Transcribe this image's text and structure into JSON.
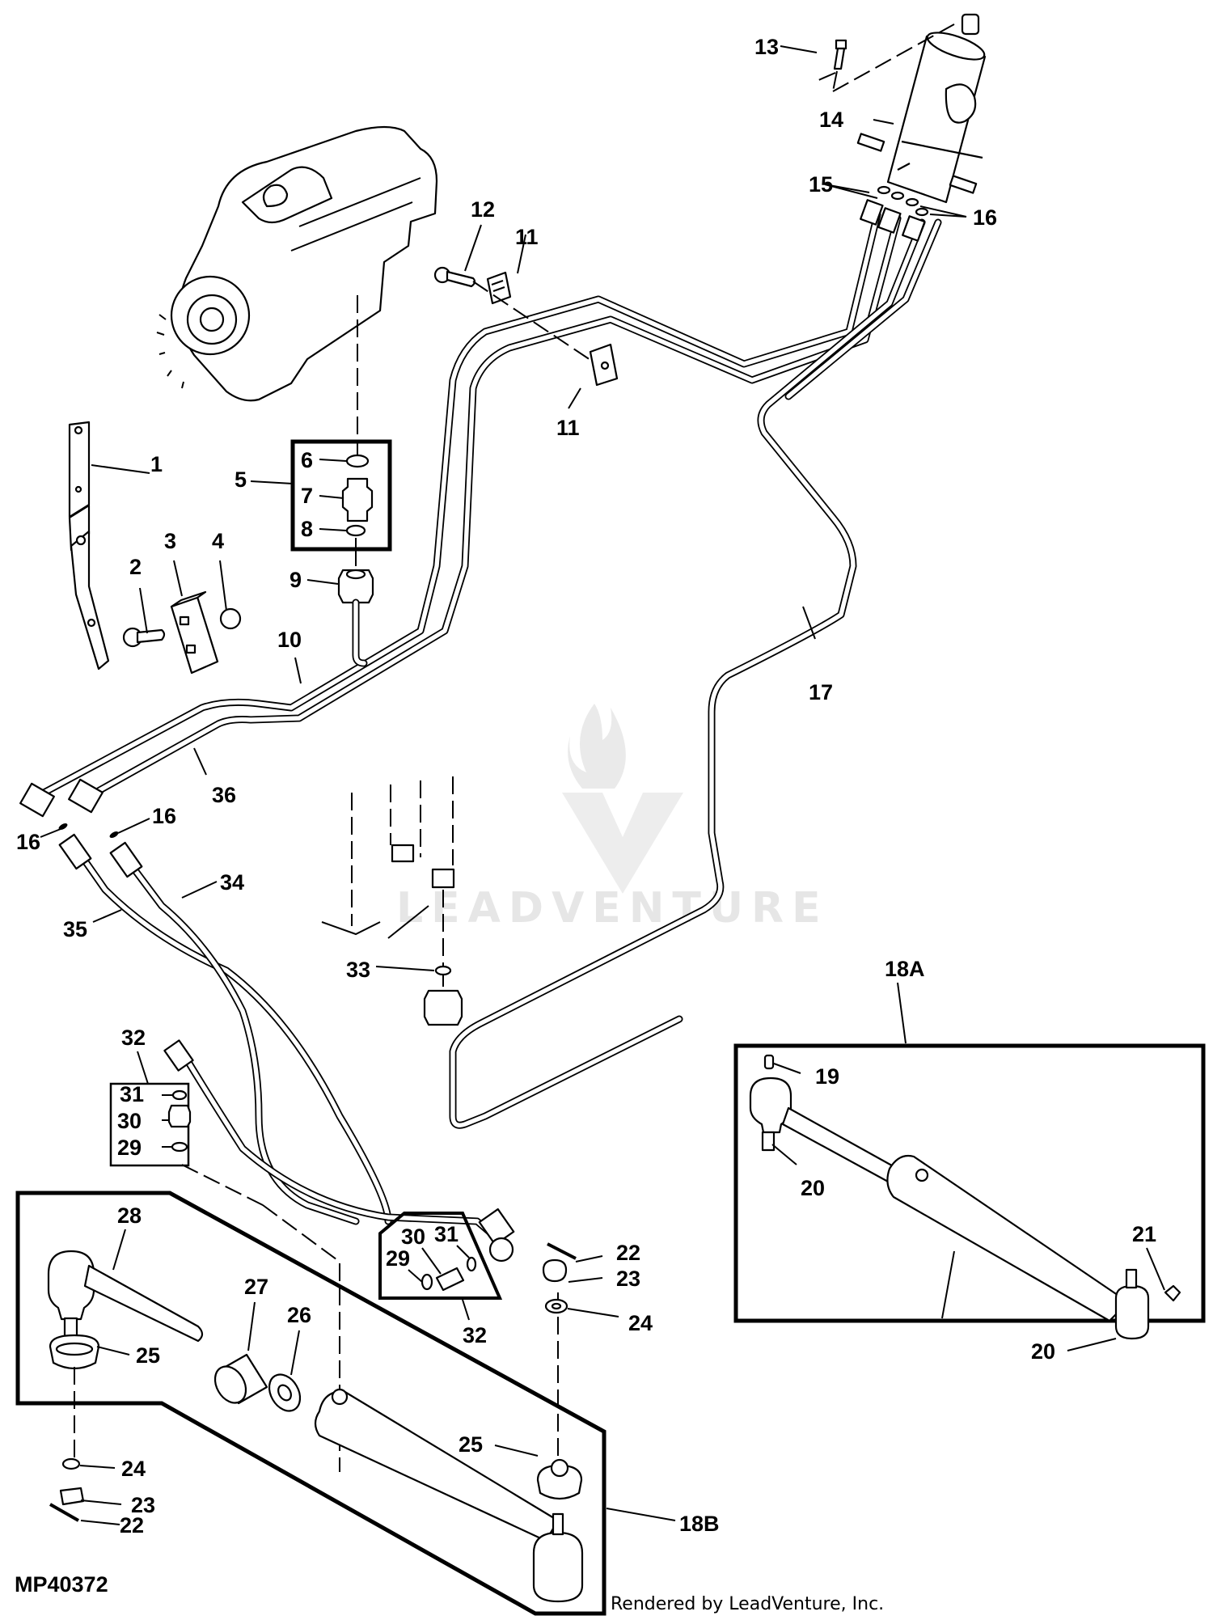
{
  "diagram": {
    "figure_id": "MP40372",
    "credit": "Rendered by LeadVenture, Inc.",
    "watermark": "LEADVENTURE",
    "callouts": [
      {
        "id": "c1",
        "label": "1"
      },
      {
        "id": "c2",
        "label": "2"
      },
      {
        "id": "c3",
        "label": "3"
      },
      {
        "id": "c4",
        "label": "4"
      },
      {
        "id": "c5",
        "label": "5"
      },
      {
        "id": "c6",
        "label": "6"
      },
      {
        "id": "c7",
        "label": "7"
      },
      {
        "id": "c8",
        "label": "8"
      },
      {
        "id": "c9",
        "label": "9"
      },
      {
        "id": "c10",
        "label": "10"
      },
      {
        "id": "c11a",
        "label": "11"
      },
      {
        "id": "c11b",
        "label": "11"
      },
      {
        "id": "c12",
        "label": "12"
      },
      {
        "id": "c13",
        "label": "13"
      },
      {
        "id": "c14",
        "label": "14"
      },
      {
        "id": "c15",
        "label": "15"
      },
      {
        "id": "c16a",
        "label": "16"
      },
      {
        "id": "c16b",
        "label": "16"
      },
      {
        "id": "c16c",
        "label": "16"
      },
      {
        "id": "c17",
        "label": "17"
      },
      {
        "id": "c18a",
        "label": "18A"
      },
      {
        "id": "c18b",
        "label": "18B"
      },
      {
        "id": "c19",
        "label": "19"
      },
      {
        "id": "c20a",
        "label": "20"
      },
      {
        "id": "c20b",
        "label": "20"
      },
      {
        "id": "c21",
        "label": "21"
      },
      {
        "id": "c22a",
        "label": "22"
      },
      {
        "id": "c22b",
        "label": "22"
      },
      {
        "id": "c23a",
        "label": "23"
      },
      {
        "id": "c23b",
        "label": "23"
      },
      {
        "id": "c24a",
        "label": "24"
      },
      {
        "id": "c24b",
        "label": "24"
      },
      {
        "id": "c25a",
        "label": "25"
      },
      {
        "id": "c25b",
        "label": "25"
      },
      {
        "id": "c26",
        "label": "26"
      },
      {
        "id": "c27",
        "label": "27"
      },
      {
        "id": "c28",
        "label": "28"
      },
      {
        "id": "c29a",
        "label": "29"
      },
      {
        "id": "c29b",
        "label": "29"
      },
      {
        "id": "c30a",
        "label": "30"
      },
      {
        "id": "c30b",
        "label": "30"
      },
      {
        "id": "c31a",
        "label": "31"
      },
      {
        "id": "c31b",
        "label": "31"
      },
      {
        "id": "c32a",
        "label": "32"
      },
      {
        "id": "c32b",
        "label": "32"
      },
      {
        "id": "c33",
        "label": "33"
      },
      {
        "id": "c34",
        "label": "34"
      },
      {
        "id": "c35",
        "label": "35"
      },
      {
        "id": "c36",
        "label": "36"
      }
    ]
  }
}
